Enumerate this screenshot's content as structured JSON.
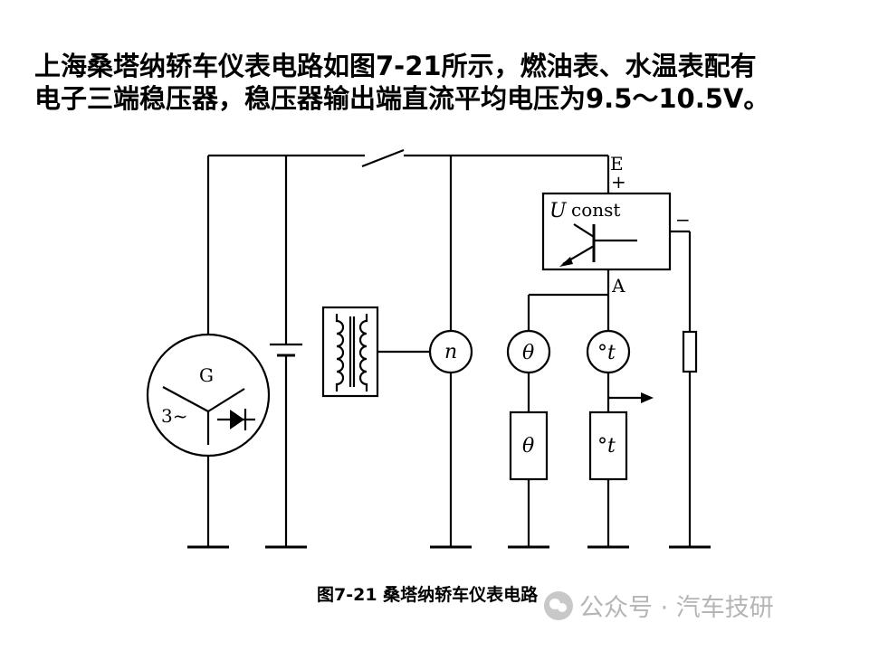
{
  "intro": {
    "line1": "上海桑塔纳轿车仪表电路如图7-21所示，燃油表、水温表配有",
    "line2": "电子三端稳压器，稳压器输出端直流平均电压为9.5～10.5V。"
  },
  "diagram": {
    "terminal_e": "E",
    "terminal_plus": "+",
    "terminal_minus": "−",
    "terminal_a": "A",
    "regulator_u": "U",
    "regulator_const": "const",
    "generator_g": "G",
    "generator_phase": "3~",
    "tacho_symbol": "n",
    "fuel_gauge_symbol": "θ",
    "fuel_sender_symbol": "θ",
    "temp_gauge_symbol": "°t",
    "temp_sender_symbol": "°t"
  },
  "caption": {
    "number": "图7-21",
    "title": "桑塔纳轿车仪表电路"
  },
  "watermark": {
    "text": "公众号 · 汽车技研"
  }
}
